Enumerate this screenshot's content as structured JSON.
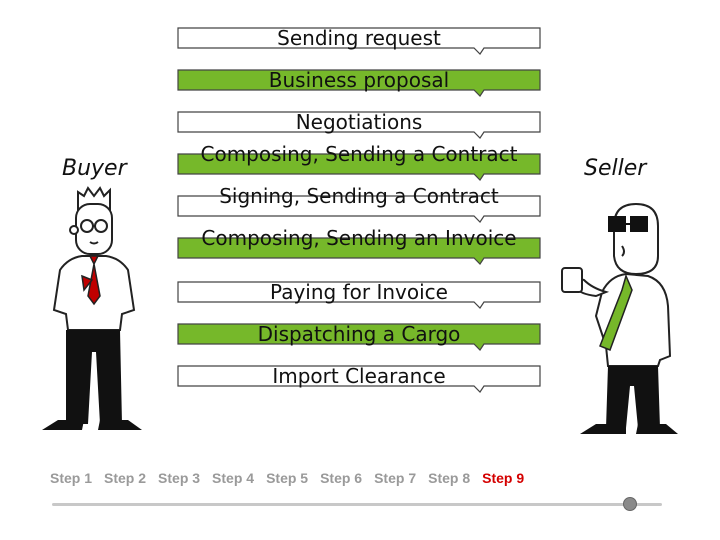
{
  "roles": {
    "buyer": "Buyer",
    "seller": "Seller"
  },
  "banners": [
    {
      "label": "Sending request",
      "fill": "white"
    },
    {
      "label": "Business proposal",
      "fill": "green"
    },
    {
      "label": "Negotiations",
      "fill": "white"
    },
    {
      "label": "Composing, Sending a Contract",
      "fill": "green"
    },
    {
      "label": "Signing, Sending a Contract",
      "fill": "white"
    },
    {
      "label": "Composing, Sending an Invoice",
      "fill": "green"
    },
    {
      "label": "Paying for Invoice",
      "fill": "white"
    },
    {
      "label": "Dispatching a Cargo",
      "fill": "green"
    },
    {
      "label": "Import Clearance",
      "fill": "white"
    }
  ],
  "steps": [
    "Step 1",
    "Step 2",
    "Step 3",
    "Step 4",
    "Step 5",
    "Step 6",
    "Step 7",
    "Step 8",
    "Step 9"
  ],
  "active_step": "Step 9",
  "colors": {
    "green": "#76b82a",
    "active_step": "#d40000",
    "inactive_step": "#9a9a9a"
  }
}
